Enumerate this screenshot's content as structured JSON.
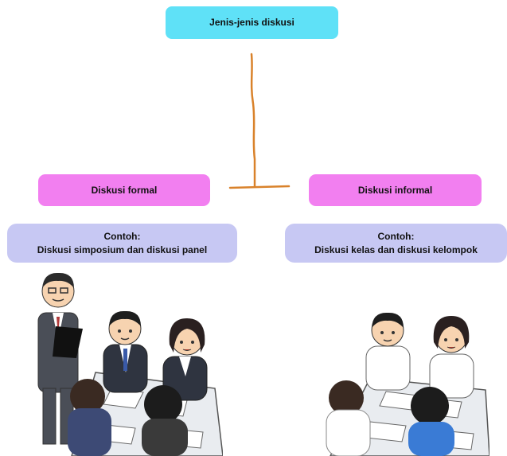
{
  "title": "Jenis-jenis diskusi",
  "branches": [
    {
      "label": "Diskusi formal",
      "example_heading": "Contoh:",
      "example_text": "Diskusi simposium dan diskusi panel"
    },
    {
      "label": "Diskusi informal",
      "example_heading": "Contoh:",
      "example_text": "Diskusi kelas dan diskusi kelompok"
    }
  ],
  "colors": {
    "root": "#5fe1f7",
    "category": "#f27ff0",
    "example": "#c7c8f3",
    "connector": "#d9822b"
  },
  "illustrations": {
    "formal": "formal-meeting-illustration",
    "informal": "informal-group-illustration"
  }
}
